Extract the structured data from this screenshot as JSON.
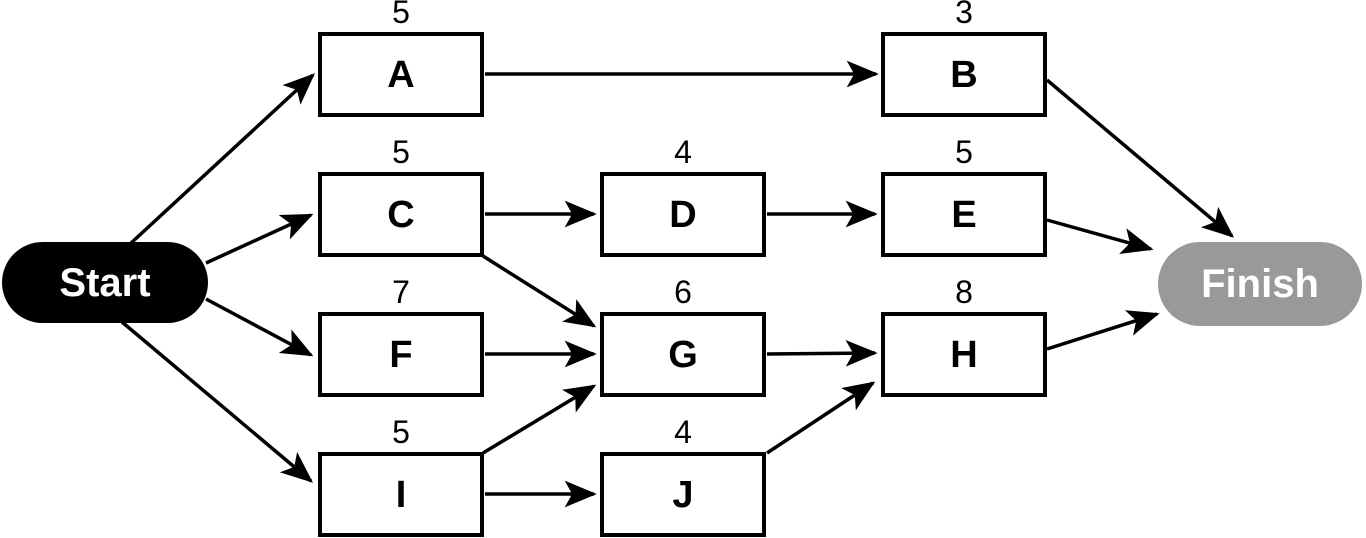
{
  "diagram": {
    "type": "project-network",
    "start": {
      "label": "Start"
    },
    "finish": {
      "label": "Finish"
    },
    "nodes": [
      {
        "id": "A",
        "label": "A",
        "duration": "5"
      },
      {
        "id": "B",
        "label": "B",
        "duration": "3"
      },
      {
        "id": "C",
        "label": "C",
        "duration": "5"
      },
      {
        "id": "D",
        "label": "D",
        "duration": "4"
      },
      {
        "id": "E",
        "label": "E",
        "duration": "5"
      },
      {
        "id": "F",
        "label": "F",
        "duration": "7"
      },
      {
        "id": "G",
        "label": "G",
        "duration": "6"
      },
      {
        "id": "H",
        "label": "H",
        "duration": "8"
      },
      {
        "id": "I",
        "label": "I",
        "duration": "5"
      },
      {
        "id": "J",
        "label": "J",
        "duration": "4"
      }
    ],
    "edges": [
      {
        "from": "Start",
        "to": "A"
      },
      {
        "from": "Start",
        "to": "C"
      },
      {
        "from": "Start",
        "to": "F"
      },
      {
        "from": "Start",
        "to": "I"
      },
      {
        "from": "A",
        "to": "B"
      },
      {
        "from": "B",
        "to": "Finish"
      },
      {
        "from": "C",
        "to": "D"
      },
      {
        "from": "D",
        "to": "E"
      },
      {
        "from": "E",
        "to": "Finish"
      },
      {
        "from": "C",
        "to": "G"
      },
      {
        "from": "F",
        "to": "G"
      },
      {
        "from": "I",
        "to": "G"
      },
      {
        "from": "G",
        "to": "H"
      },
      {
        "from": "I",
        "to": "J"
      },
      {
        "from": "J",
        "to": "H"
      },
      {
        "from": "H",
        "to": "Finish"
      }
    ],
    "colors": {
      "node_fill": "#ffffff",
      "node_border": "#000000",
      "edge": "#000000",
      "label_text": "#000000",
      "start_fill": "#000000",
      "finish_fill": "#999999",
      "terminal_text": "#ffffff"
    }
  }
}
